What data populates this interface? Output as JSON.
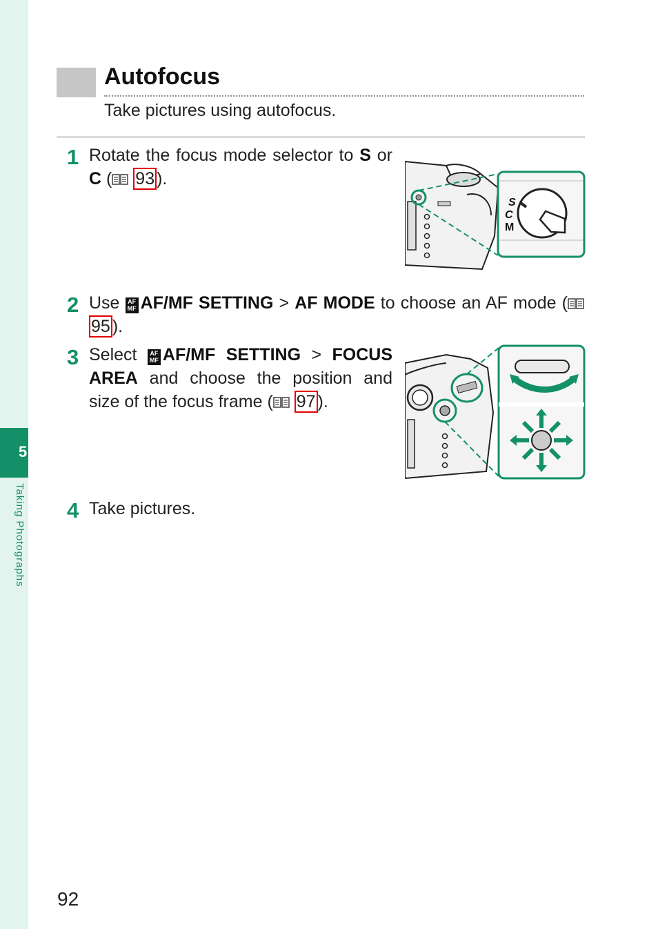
{
  "chapter": {
    "number": "5",
    "label": "Taking Photographs"
  },
  "page_number": "92",
  "section": {
    "title": "Autofocus",
    "subtitle": "Take pictures using autofocus."
  },
  "steps": [
    {
      "number": "1",
      "text_a": "Rotate the focus mode selector to ",
      "bold_a": "S",
      "text_b": " or ",
      "bold_b": "C",
      "text_c": " (",
      "ref": "93",
      "text_d": ")."
    },
    {
      "number": "2",
      "text_a": "Use ",
      "bold_a": "AF/MF SETTING",
      "text_b": " > ",
      "bold_b": "AF MODE",
      "text_c": " to choose an AF mode (",
      "ref": "95",
      "text_d": ")."
    },
    {
      "number": "3",
      "text_a": "Select ",
      "bold_a": "AF/MF SETTING",
      "text_b": " > ",
      "bold_b": "FOCUS AREA",
      "text_c": " and choose the position and size of the focus frame (",
      "ref": "97",
      "text_d": ")."
    },
    {
      "number": "4",
      "text_a": "Take pictures."
    }
  ],
  "dial_labels": [
    "S",
    "C",
    "M"
  ],
  "afmf_icon_text": [
    "AF",
    "MF"
  ],
  "icons": [
    "book-icon",
    "afmf-menu-icon",
    "camera-illustration"
  ],
  "colors": {
    "accent": "#149068",
    "side_band": "#e3f3ee",
    "ref_border": "#e30000",
    "heading_box": "#c6c6c6"
  }
}
